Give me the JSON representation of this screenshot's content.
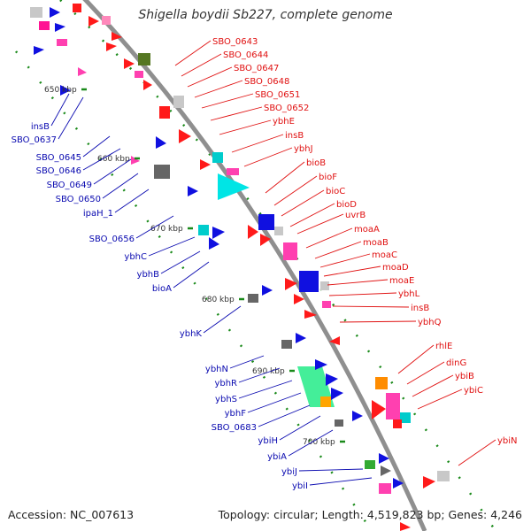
{
  "title": "Shigella boydii Sb227, complete genome",
  "footer": {
    "accession": "Accession: NC_007613",
    "summary": "Topology: circular; Length: 4,519,823 bp; Genes: 4,246"
  },
  "colors": {
    "backbone": "#8f8f8f",
    "right_labels": "#e01010",
    "left_labels": "#0a0ab0",
    "ticks": "#1a8a1a",
    "kbp_text": "#333333"
  },
  "kbp_marks": [
    {
      "label": "650 kbp"
    },
    {
      "label": "660 kbp"
    },
    {
      "label": "670 kbp"
    },
    {
      "label": "680 kbp"
    },
    {
      "label": "690 kbp"
    },
    {
      "label": "700 kbp"
    }
  ],
  "right_labels": [
    "SBO_0643",
    "SBO_0644",
    "SBO_0647",
    "SBO_0648",
    "SBO_0651",
    "SBO_0652",
    "ybhE",
    "insB",
    "ybhJ",
    "bioB",
    "bioF",
    "bioC",
    "bioD",
    "uvrB",
    "moaA",
    "moaB",
    "moaC",
    "moaD",
    "moaE",
    "ybhL",
    "insB",
    "ybhQ",
    "rhlE",
    "dinG",
    "ybiB",
    "ybiC",
    "ybiN"
  ],
  "left_labels": [
    "insB",
    "SBO_0637",
    "SBO_0645",
    "SBO_0646",
    "SBO_0649",
    "SBO_0650",
    "ipaH_1",
    "SBO_0656",
    "ybhC",
    "ybhB",
    "bioA",
    "ybhK",
    "ybhN",
    "ybhR",
    "ybhS",
    "ybhF",
    "SBO_0683",
    "ybiH",
    "ybiA",
    "ybiJ",
    "ybiI"
  ]
}
